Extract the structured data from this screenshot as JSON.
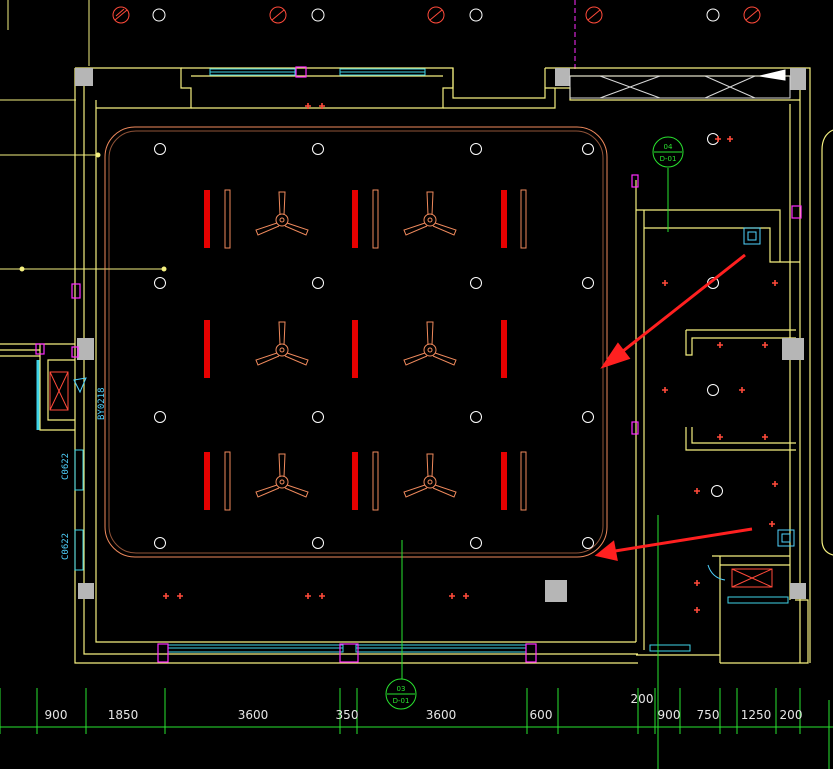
{
  "drawing": {
    "background": "#000000",
    "colors": {
      "wall": "#f5f080",
      "ceiling_outline": "#f08a5d",
      "light_fixture": "#e60000",
      "downlight": "#ffffff",
      "spot_lamp": "#ff4a3a",
      "window_glass": "#3fd4e8",
      "pier_block": "#b6b6b6",
      "magenta_marker": "#ff2cff",
      "green_line": "#29e32f",
      "annotation_arrow": "#ff2020",
      "dimension_line": "#29e32f",
      "dimension_text": "#e6e6e6",
      "tag_text": "#4fd3ff"
    },
    "annotations": {
      "arrow_count": 2
    }
  },
  "dimensions": {
    "segments_left": [
      "900",
      "1850",
      "3600",
      "350",
      "3600",
      "600"
    ],
    "segments_right": [
      "200",
      "900",
      "750",
      "1250",
      "200"
    ]
  },
  "section_bubbles": {
    "top": {
      "num": "04",
      "ref": "D-01"
    },
    "bottom": {
      "num": "03",
      "ref": "D-01"
    }
  },
  "side_tags": {
    "left_upper": "BY0218",
    "left_mid": "C0622",
    "left_low": "C0622"
  }
}
